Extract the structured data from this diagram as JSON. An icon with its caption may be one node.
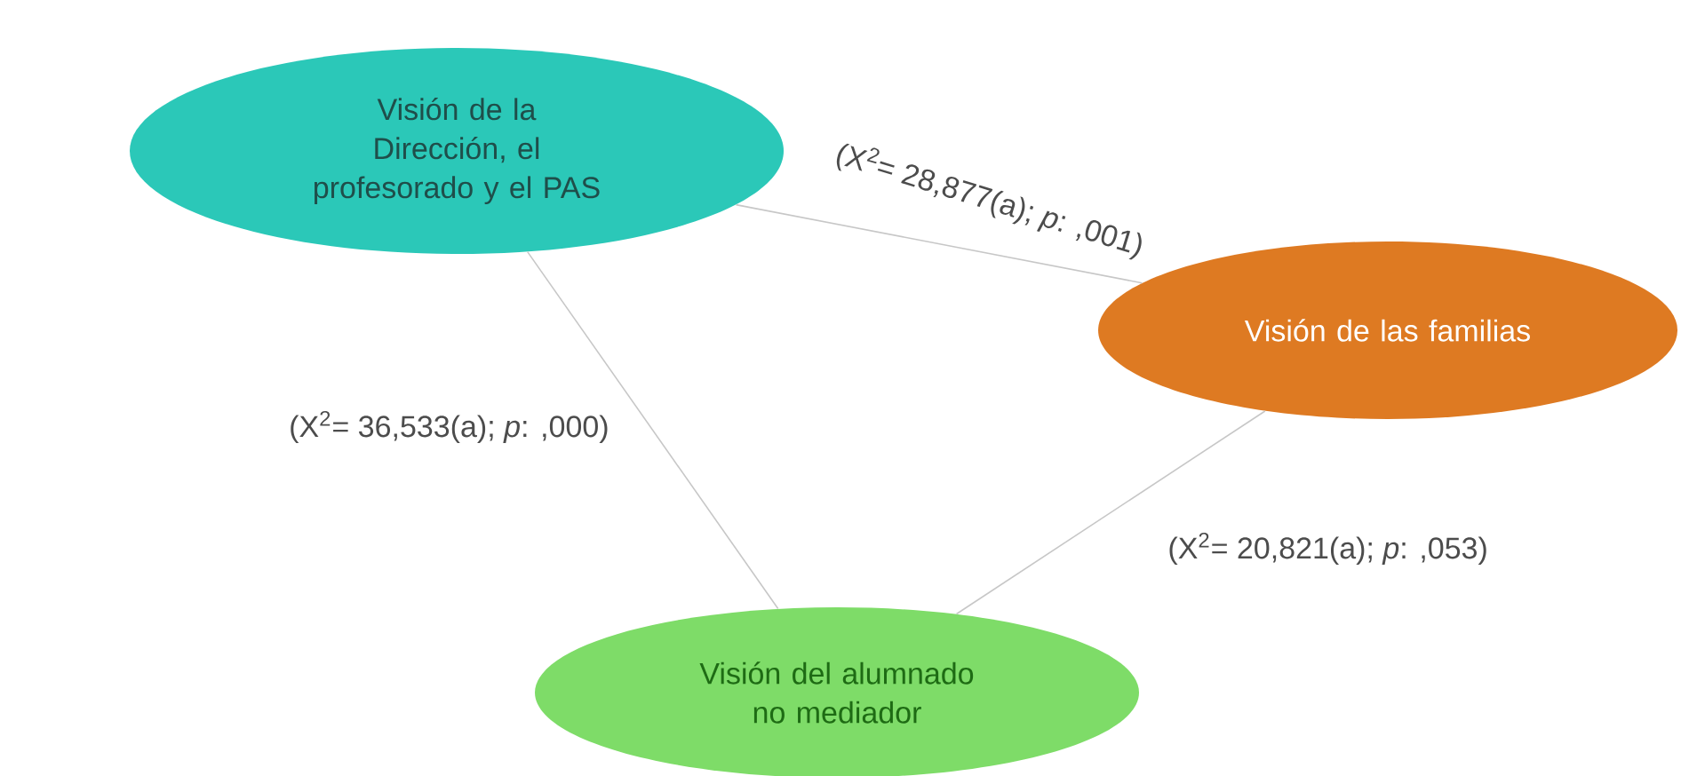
{
  "diagram": {
    "nodes": [
      {
        "text": [
          "Visión de la Dirección, el profesorado y el PAS"
        ]
      },
      {
        "text": [
          "Visión de las familias"
        ]
      },
      {
        "text": [
          "Visión del alumnado no mediador"
        ]
      }
    ],
    "edges": [
      {
        "from": 0,
        "to": 1,
        "arrow": "none",
        "label": "(X$^{2}$= 28,877(a); *p*: ,001)"
      },
      {
        "from": 0,
        "to": 2,
        "arrow": "none",
        "label": "(X$^{2}$= 36,533(a); *p*: ,000)"
      },
      {
        "from": 1,
        "to": 2,
        "arrow": "none",
        "label": "(X$^{2}$= 20,821(a); *p*: ,053)"
      }
    ]
  }
}
